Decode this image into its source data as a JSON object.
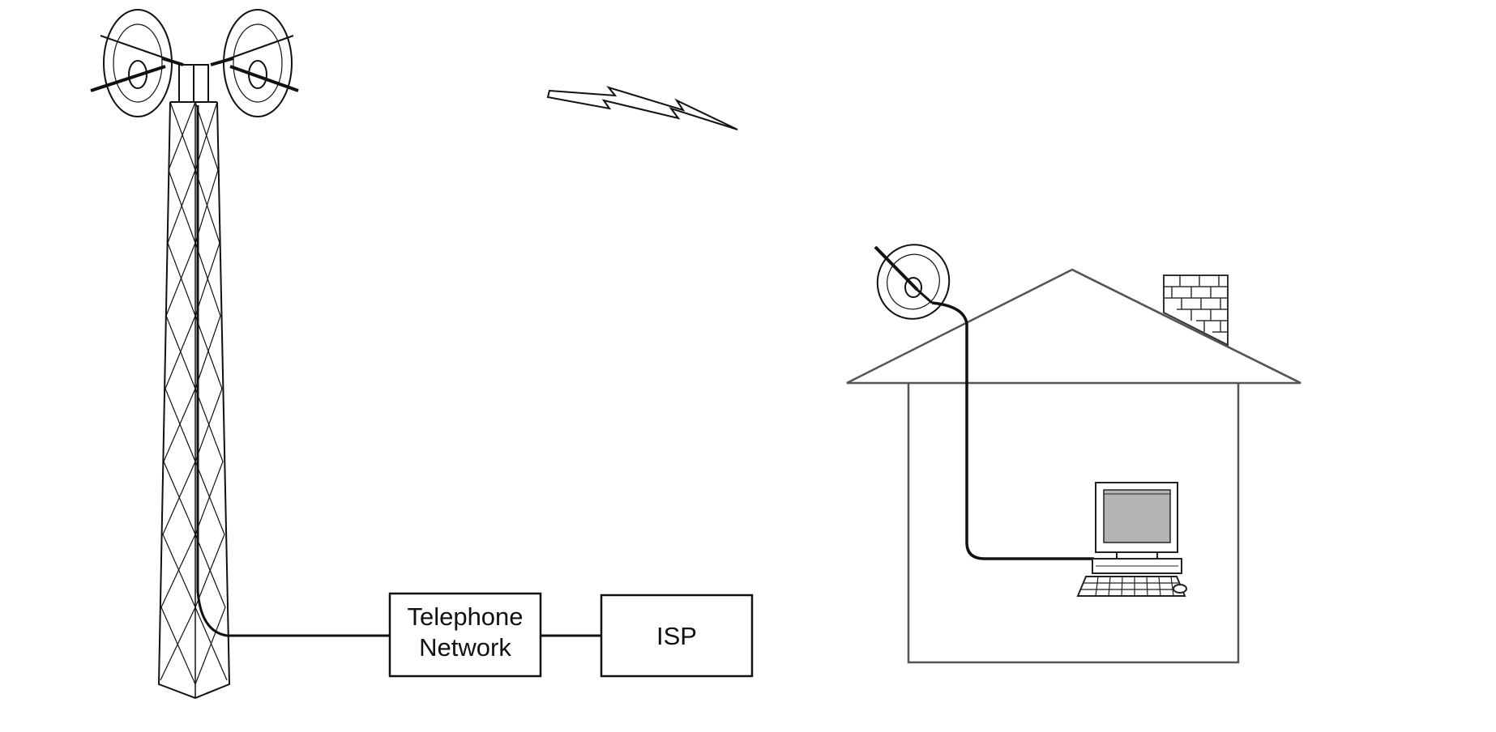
{
  "diagram": {
    "telephone_network_label": {
      "line1": "Telephone",
      "line2": "Network"
    },
    "isp_label": "ISP",
    "icons": {
      "tower": "radio-tower-icon",
      "tower_dish": "microwave-dish-icon",
      "wireless_signal": "lightning-bolt-icon",
      "house": "house-icon",
      "house_dish": "satellite-dish-icon",
      "computer": "desktop-computer-icon",
      "chimney": "brick-chimney-icon"
    },
    "colors": {
      "line": "#111111",
      "house_line": "#555555",
      "screen": "#b3b3b3",
      "background": "#ffffff"
    }
  }
}
